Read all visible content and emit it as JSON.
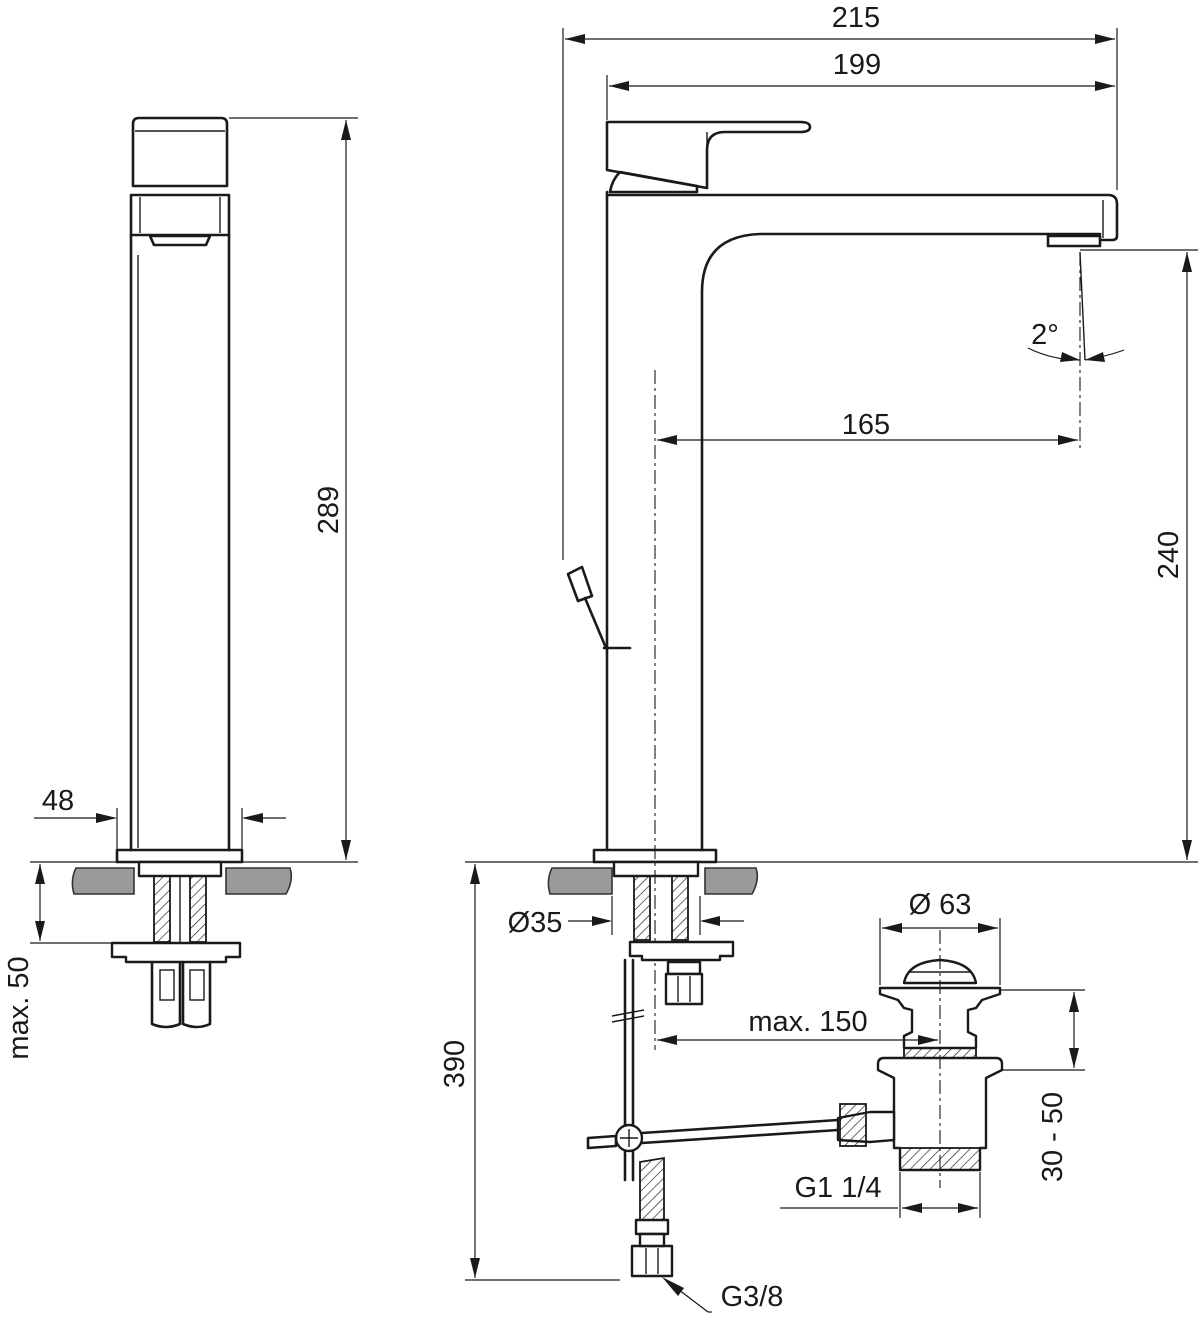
{
  "drawing": {
    "dimensions": {
      "overall_projection": "215",
      "spout_reach_total": "199",
      "spout_reach_from_axis": "165",
      "spout_outlet_height": "240",
      "outlet_angle": "2°",
      "total_height": "289",
      "body_width": "48",
      "max_deck_thickness": "max. 50",
      "mounting_hole": "Ø35",
      "waste_diameter": "Ø 63",
      "rod_reach": "max. 150",
      "below_deck_length": "390",
      "waste_height_range": "30 - 50",
      "waste_thread": "G1 1/4",
      "supply_thread": "G3/8"
    }
  }
}
